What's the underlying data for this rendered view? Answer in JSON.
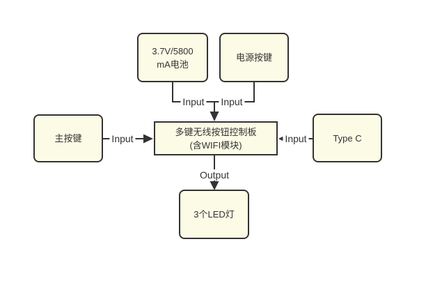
{
  "colors": {
    "background": "#ffffff",
    "node_fill": "#fbfbe6",
    "node_border": "#333333",
    "text": "#333333",
    "connector": "#333333"
  },
  "diagram": {
    "nodes": {
      "battery": {
        "line1": "3.7V/5800",
        "line2": "mA电池"
      },
      "power_button": {
        "label": "电源按键"
      },
      "main_button": {
        "label": "主按键"
      },
      "controller": {
        "line1": "多键无线按钮控制板",
        "line2": "(含WIFI模块)"
      },
      "type_c": {
        "label": "Type C"
      },
      "led": {
        "label": "3个LED灯"
      }
    },
    "edge_labels": {
      "battery_to_controller": "Input",
      "power_to_controller": "Input",
      "main_to_controller": "Input",
      "typec_to_controller": "Input",
      "controller_to_led": "Output"
    }
  }
}
